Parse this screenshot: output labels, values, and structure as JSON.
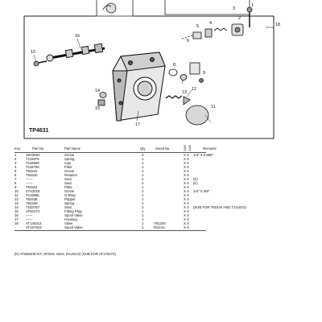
{
  "diagram": {
    "label": "TP4631",
    "callouts": [
      "1",
      "2",
      "3",
      "4",
      "5",
      "6",
      "7",
      "8",
      "9",
      "10",
      "11",
      "12",
      "13",
      "14",
      "15",
      "16",
      "17",
      "18"
    ]
  },
  "table": {
    "headers": {
      "key": "Key",
      "part_no": "Part No.",
      "part_name": "Part Name",
      "qty": "Qty",
      "serial_no": "Serial No.",
      "col_a": "3360",
      "col_b": "3150",
      "remarks": "Remarks"
    },
    "rows": [
      {
        "key": "1",
        "part_no": "19H3554",
        "name": "Screw",
        "qty": "2",
        "serial": "",
        "marks": "X X",
        "remarks": "1/4\" X 0.880\""
      },
      {
        "key": "2",
        "part_no": "T116879",
        "name": "Spring",
        "qty": "1",
        "serial": "",
        "marks": "X X",
        "remarks": ""
      },
      {
        "key": "3",
        "part_no": "T118808",
        "name": "Cap",
        "qty": "1",
        "serial": "",
        "marks": "X X",
        "remarks": ""
      },
      {
        "key": "4",
        "part_no": "T118799",
        "name": "Filter",
        "qty": "1",
        "serial": "",
        "marks": "X X",
        "remarks": ""
      },
      {
        "key": "5",
        "part_no": "T81541",
        "name": "Screw",
        "qty": "1",
        "serial": "",
        "marks": "X X",
        "remarks": ""
      },
      {
        "key": "6",
        "part_no": "T81540",
        "name": "Retainer",
        "qty": "1",
        "serial": "",
        "marks": "X X",
        "remarks": ""
      },
      {
        "key": "7",
        "part_no": "------",
        "name": "Seal",
        "qty": "2",
        "serial": "",
        "marks": "X X",
        "remarks": "(K)"
      },
      {
        "key": "8",
        "part_no": "------",
        "name": "Seal",
        "qty": "2",
        "serial": "",
        "marks": "X X",
        "remarks": "(K)"
      },
      {
        "key": "9",
        "part_no": "T81524",
        "name": "Plate",
        "qty": "1",
        "serial": "",
        "marks": "X X",
        "remarks": ""
      },
      {
        "key": "10",
        "part_no": "27H1018",
        "name": "Screw",
        "qty": "2",
        "serial": "",
        "marks": "X X",
        "remarks": "1/4\" X 3/8\""
      },
      {
        "key": "11",
        "part_no": "T116865",
        "name": "O-Ring",
        "qty": "1",
        "serial": "",
        "marks": "X X",
        "remarks": ""
      },
      {
        "key": "12",
        "part_no": "T81538",
        "name": "Poppet",
        "qty": "1",
        "serial": "",
        "marks": "X X",
        "remarks": ""
      },
      {
        "key": "13",
        "part_no": "T81539",
        "name": "Spring",
        "qty": "1",
        "serial": "",
        "marks": "X X",
        "remarks": ""
      },
      {
        "key": "14",
        "part_no": "T183757",
        "name": "Seal",
        "qty": "2",
        "serial": "",
        "marks": "X X",
        "remarks": "(SUB FOR T81544 AND T141672)"
      },
      {
        "key": "15",
        "part_no": "AT62174",
        "name": "Fitting Plug",
        "qty": "1",
        "serial": "",
        "marks": "X X",
        "remarks": ""
      },
      {
        "key": "16",
        "part_no": "------",
        "name": "Spool Valve",
        "qty": "1",
        "serial": "",
        "marks": "X X",
        "remarks": ""
      },
      {
        "key": "17",
        "part_no": "------",
        "name": "Housing",
        "qty": "1",
        "serial": "",
        "marks": "X X",
        "remarks": ""
      },
      {
        "key": "18",
        "part_no": "AT140213",
        "name": "Valve",
        "qty": "1",
        "serial": "-781240",
        "marks": "X X",
        "remarks": ""
      },
      {
        "key": "",
        "part_no": "AT157923",
        "name": "Spool Valve",
        "qty": "1",
        "serial": "781241-",
        "marks": "X X",
        "remarks": ""
      }
    ],
    "footnote": "(K) AT280408 KIT, SPOOL SEAL (HUSCO) (SUB FOR AT176372)"
  }
}
